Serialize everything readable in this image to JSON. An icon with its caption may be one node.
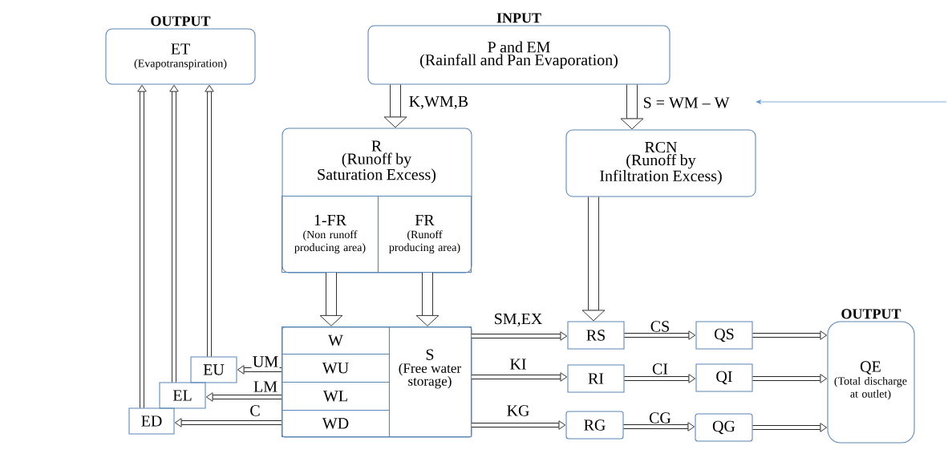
{
  "diagram": {
    "nodes": [
      {
        "text": [
          "OUTPUT",
          "ET",
          "(Evapotranspiration)"
        ]
      },
      {
        "text": [
          "INPUT",
          "P and EM",
          "(Rainfall and Pan Evaporation)"
        ]
      },
      {
        "text": [
          "R",
          "(Runoff by Saturation Excess)"
        ]
      },
      {
        "text": [
          "1-FR",
          "(Non runoff producing area)"
        ],
        "in": 2
      },
      {
        "text": [
          "FR",
          "(Runoff producing area)"
        ],
        "in": 2
      },
      {
        "text": [
          "RCN",
          "(Runoff by Infiltration Excess)"
        ]
      },
      {
        "text": [],
        "shape": "box"
      },
      {
        "text": [
          "W"
        ],
        "in": 6
      },
      {
        "text": [
          "WU"
        ],
        "in": 6
      },
      {
        "text": [
          "WL"
        ],
        "in": 6
      },
      {
        "text": [
          "WD"
        ],
        "in": 6
      },
      {
        "text": [
          "S",
          "(Free water storage)"
        ],
        "in": 6
      },
      {
        "text": [
          "EU"
        ]
      },
      {
        "text": [
          "EL"
        ]
      },
      {
        "text": [
          "ED"
        ]
      },
      {
        "text": [
          "RS"
        ]
      },
      {
        "text": [
          "RI"
        ]
      },
      {
        "text": [
          "RG"
        ]
      },
      {
        "text": [
          "QS"
        ]
      },
      {
        "text": [
          "QI"
        ]
      },
      {
        "text": [
          "QG"
        ]
      },
      {
        "text": [
          "OUTPUT",
          "QE",
          "(Total discharge at outlet)"
        ]
      }
    ],
    "edges": [
      {
        "from": 1,
        "to": 2,
        "arrow": "to",
        "label": "K,WM,B",
        "style": "thick"
      },
      {
        "from": 1,
        "to": 5,
        "arrow": "to",
        "label": "S = WM – W",
        "style": "thick"
      },
      {
        "from": 3,
        "to": 7,
        "arrow": "to",
        "style": "thick"
      },
      {
        "from": 4,
        "to": 11,
        "arrow": "to",
        "style": "thick"
      },
      {
        "from": 5,
        "to": 15,
        "arrow": "to",
        "style": "thick"
      },
      {
        "from": 8,
        "to": 12,
        "arrow": "to",
        "label": "UM"
      },
      {
        "from": 9,
        "to": 13,
        "arrow": "to",
        "label": "LM"
      },
      {
        "from": 10,
        "to": 14,
        "arrow": "to",
        "label": "C"
      },
      {
        "from": 12,
        "to": 0,
        "arrow": "to"
      },
      {
        "from": 13,
        "to": 0,
        "arrow": "to"
      },
      {
        "from": 14,
        "to": 0,
        "arrow": "to"
      },
      {
        "from": 11,
        "to": 15,
        "arrow": "to",
        "label": "SM,EX"
      },
      {
        "from": 11,
        "to": 16,
        "arrow": "to",
        "label": "KI"
      },
      {
        "from": 11,
        "to": 17,
        "arrow": "to",
        "label": "KG"
      },
      {
        "from": 15,
        "to": 18,
        "arrow": "to",
        "label": "CS"
      },
      {
        "from": 16,
        "to": 19,
        "arrow": "to",
        "label": "CI"
      },
      {
        "from": 17,
        "to": 20,
        "arrow": "to",
        "label": "CG"
      },
      {
        "from": 18,
        "to": 21,
        "arrow": "to"
      },
      {
        "from": 19,
        "to": 21,
        "arrow": "to"
      },
      {
        "from": 20,
        "to": 21,
        "arrow": "to"
      }
    ]
  }
}
